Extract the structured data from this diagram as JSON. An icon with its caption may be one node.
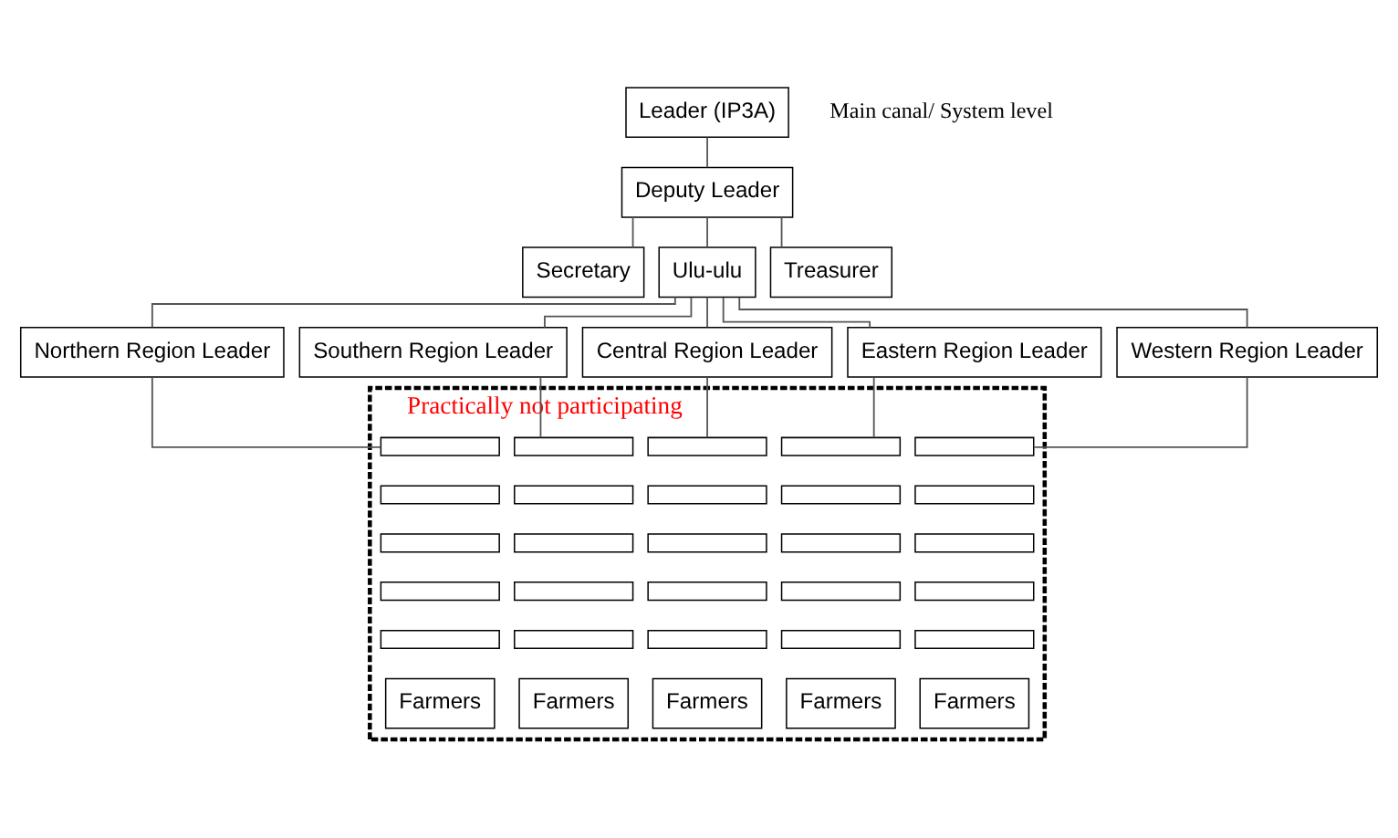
{
  "diagram": {
    "nodes": [
      {
        "text": [
          "Leader (IP3A)"
        ]
      },
      {
        "text": [
          "Deputy Leader"
        ]
      },
      {
        "text": [
          "Secretary"
        ]
      },
      {
        "text": [
          "Ulu-ulu"
        ]
      },
      {
        "text": [
          "Treasurer"
        ]
      },
      {
        "text": [
          "Northern Region Leader"
        ]
      },
      {
        "text": [
          "Southern Region Leader"
        ]
      },
      {
        "text": [
          "Central Region Leader"
        ]
      },
      {
        "text": [
          "Eastern Region Leader"
        ]
      },
      {
        "text": [
          "Western Region Leader"
        ]
      },
      {
        "text": [
          "Practically not participating"
        ]
      },
      {
        "text": [],
        "shape": "box",
        "in": 10
      },
      {
        "text": [],
        "shape": "box",
        "in": 10
      },
      {
        "text": [],
        "shape": "box",
        "in": 10
      },
      {
        "text": [],
        "shape": "box",
        "in": 10
      },
      {
        "text": [],
        "shape": "box",
        "in": 10
      },
      {
        "text": [
          "Farmers"
        ],
        "in": 10
      },
      {
        "text": [],
        "shape": "box",
        "in": 10
      },
      {
        "text": [],
        "shape": "box",
        "in": 10
      },
      {
        "text": [],
        "shape": "box",
        "in": 10
      },
      {
        "text": [],
        "shape": "box",
        "in": 10
      },
      {
        "text": [],
        "shape": "box",
        "in": 10
      },
      {
        "text": [
          "Farmers"
        ],
        "in": 10
      },
      {
        "text": [],
        "shape": "box",
        "in": 10
      },
      {
        "text": [],
        "shape": "box",
        "in": 10
      },
      {
        "text": [],
        "shape": "box",
        "in": 10
      },
      {
        "text": [],
        "shape": "box",
        "in": 10
      },
      {
        "text": [],
        "shape": "box",
        "in": 10
      },
      {
        "text": [
          "Farmers"
        ],
        "in": 10
      },
      {
        "text": [],
        "shape": "box",
        "in": 10
      },
      {
        "text": [],
        "shape": "box",
        "in": 10
      },
      {
        "text": [],
        "shape": "box",
        "in": 10
      },
      {
        "text": [],
        "shape": "box",
        "in": 10
      },
      {
        "text": [],
        "shape": "box",
        "in": 10
      },
      {
        "text": [
          "Farmers"
        ],
        "in": 10
      },
      {
        "text": [],
        "shape": "box",
        "in": 10
      },
      {
        "text": [],
        "shape": "box",
        "in": 10
      },
      {
        "text": [],
        "shape": "box",
        "in": 10
      },
      {
        "text": [],
        "shape": "box",
        "in": 10
      },
      {
        "text": [],
        "shape": "box",
        "in": 10
      },
      {
        "text": [
          "Farmers"
        ],
        "in": 10
      }
    ],
    "edges": [
      {
        "from": 0,
        "to": 1,
        "arrow": "none"
      },
      {
        "from": 1,
        "to": 2,
        "arrow": "none"
      },
      {
        "from": 1,
        "to": 3,
        "arrow": "none"
      },
      {
        "from": 1,
        "to": 4,
        "arrow": "none"
      },
      {
        "from": 3,
        "to": 5,
        "arrow": "none"
      },
      {
        "from": 3,
        "to": 6,
        "arrow": "none"
      },
      {
        "from": 3,
        "to": 7,
        "arrow": "none"
      },
      {
        "from": 3,
        "to": 8,
        "arrow": "none"
      },
      {
        "from": 3,
        "to": 9,
        "arrow": "none"
      },
      {
        "from": 5,
        "to": 11,
        "arrow": "none"
      },
      {
        "from": 6,
        "to": 17,
        "arrow": "none"
      },
      {
        "from": 7,
        "to": 23,
        "arrow": "none"
      },
      {
        "from": 8,
        "to": 29,
        "arrow": "none"
      },
      {
        "from": 9,
        "to": 35,
        "arrow": "none"
      }
    ],
    "labels": [
      "Main canal/ System level"
    ]
  }
}
